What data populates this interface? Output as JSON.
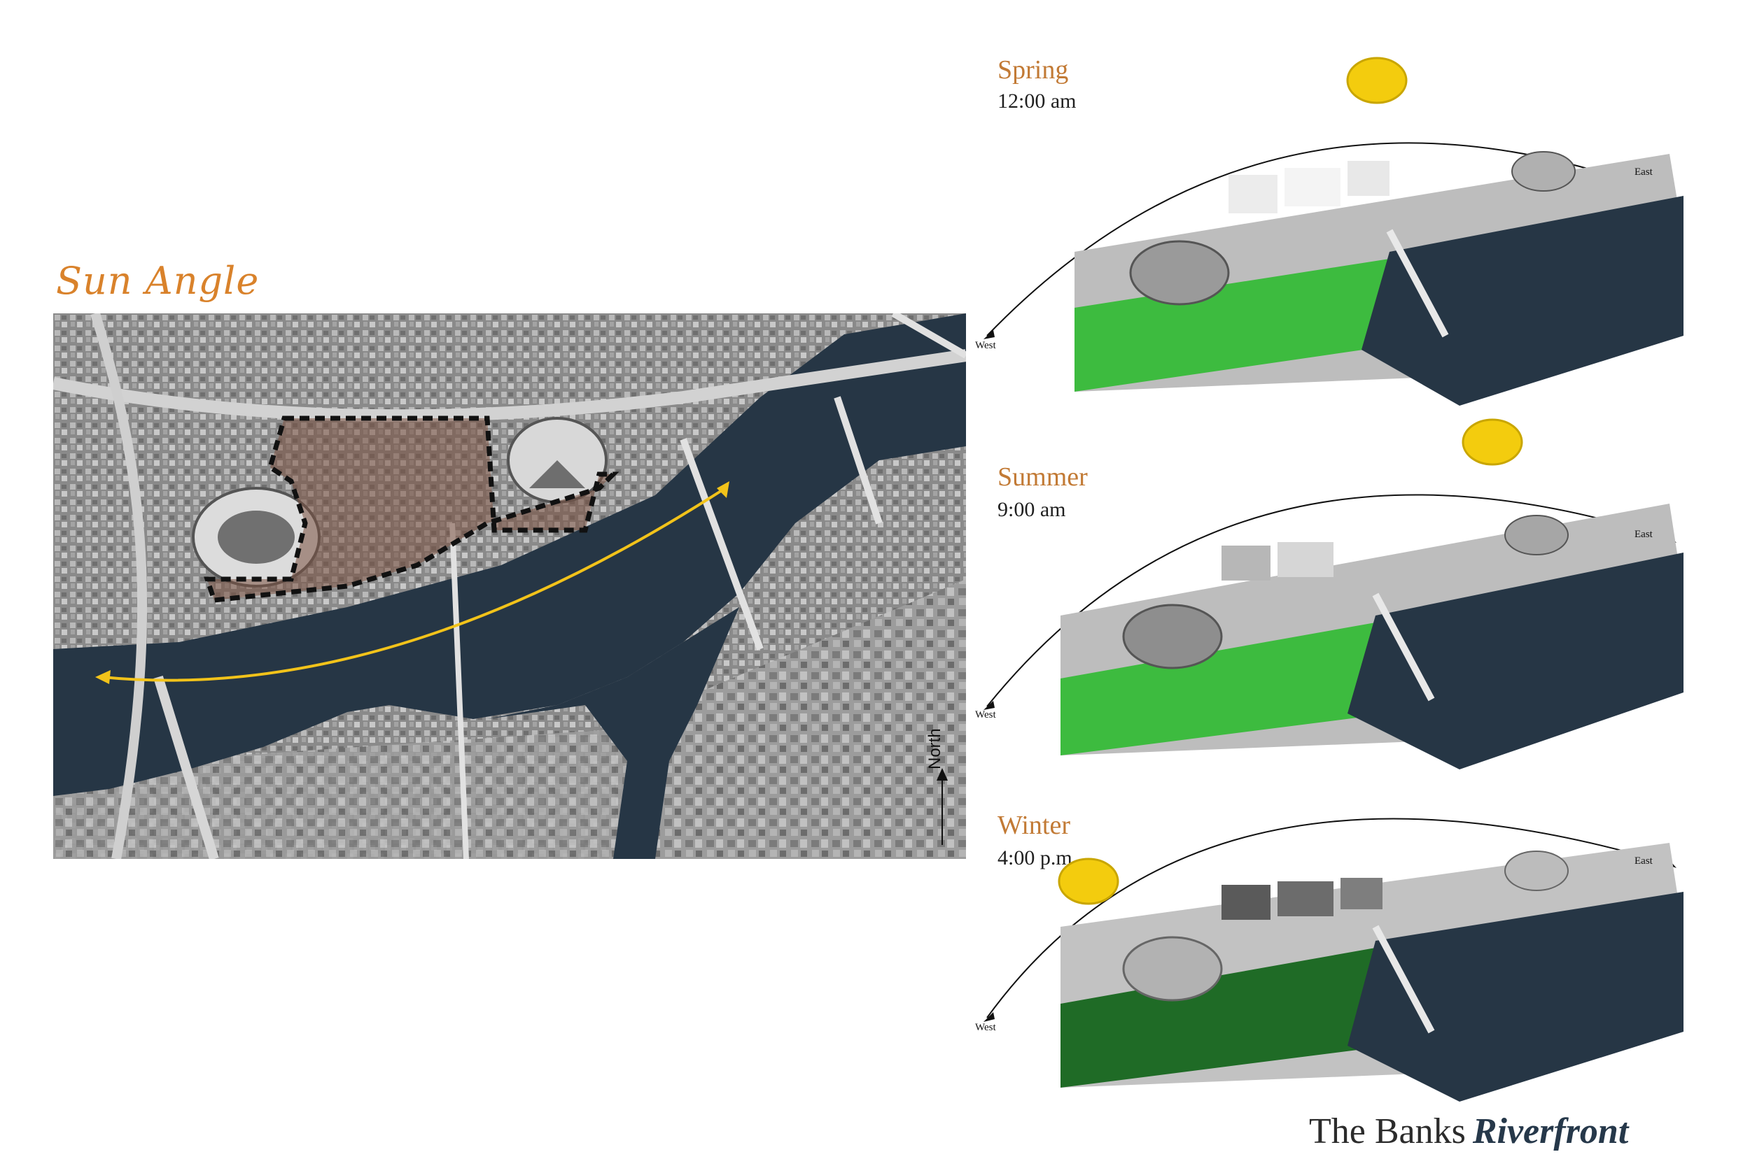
{
  "title": "Sun Angle",
  "map": {
    "north_label": "North"
  },
  "panels": [
    {
      "season": "Spring",
      "time": "12:00 am",
      "west": "West",
      "east": "East"
    },
    {
      "season": "Summer",
      "time": "9:00 am",
      "west": "West",
      "east": "East"
    },
    {
      "season": "Winter",
      "time": "4:00 p.m.",
      "west": "West",
      "east": "East"
    }
  ],
  "brand": {
    "plain": "The Banks",
    "bold": "Riverfront"
  },
  "colors": {
    "title": "#d9822b",
    "sun": "#f3cc0e",
    "park": "#3dbb3f",
    "park_dark": "#1f6b26",
    "river": "#263645",
    "sun_path": "#f2c31a"
  }
}
